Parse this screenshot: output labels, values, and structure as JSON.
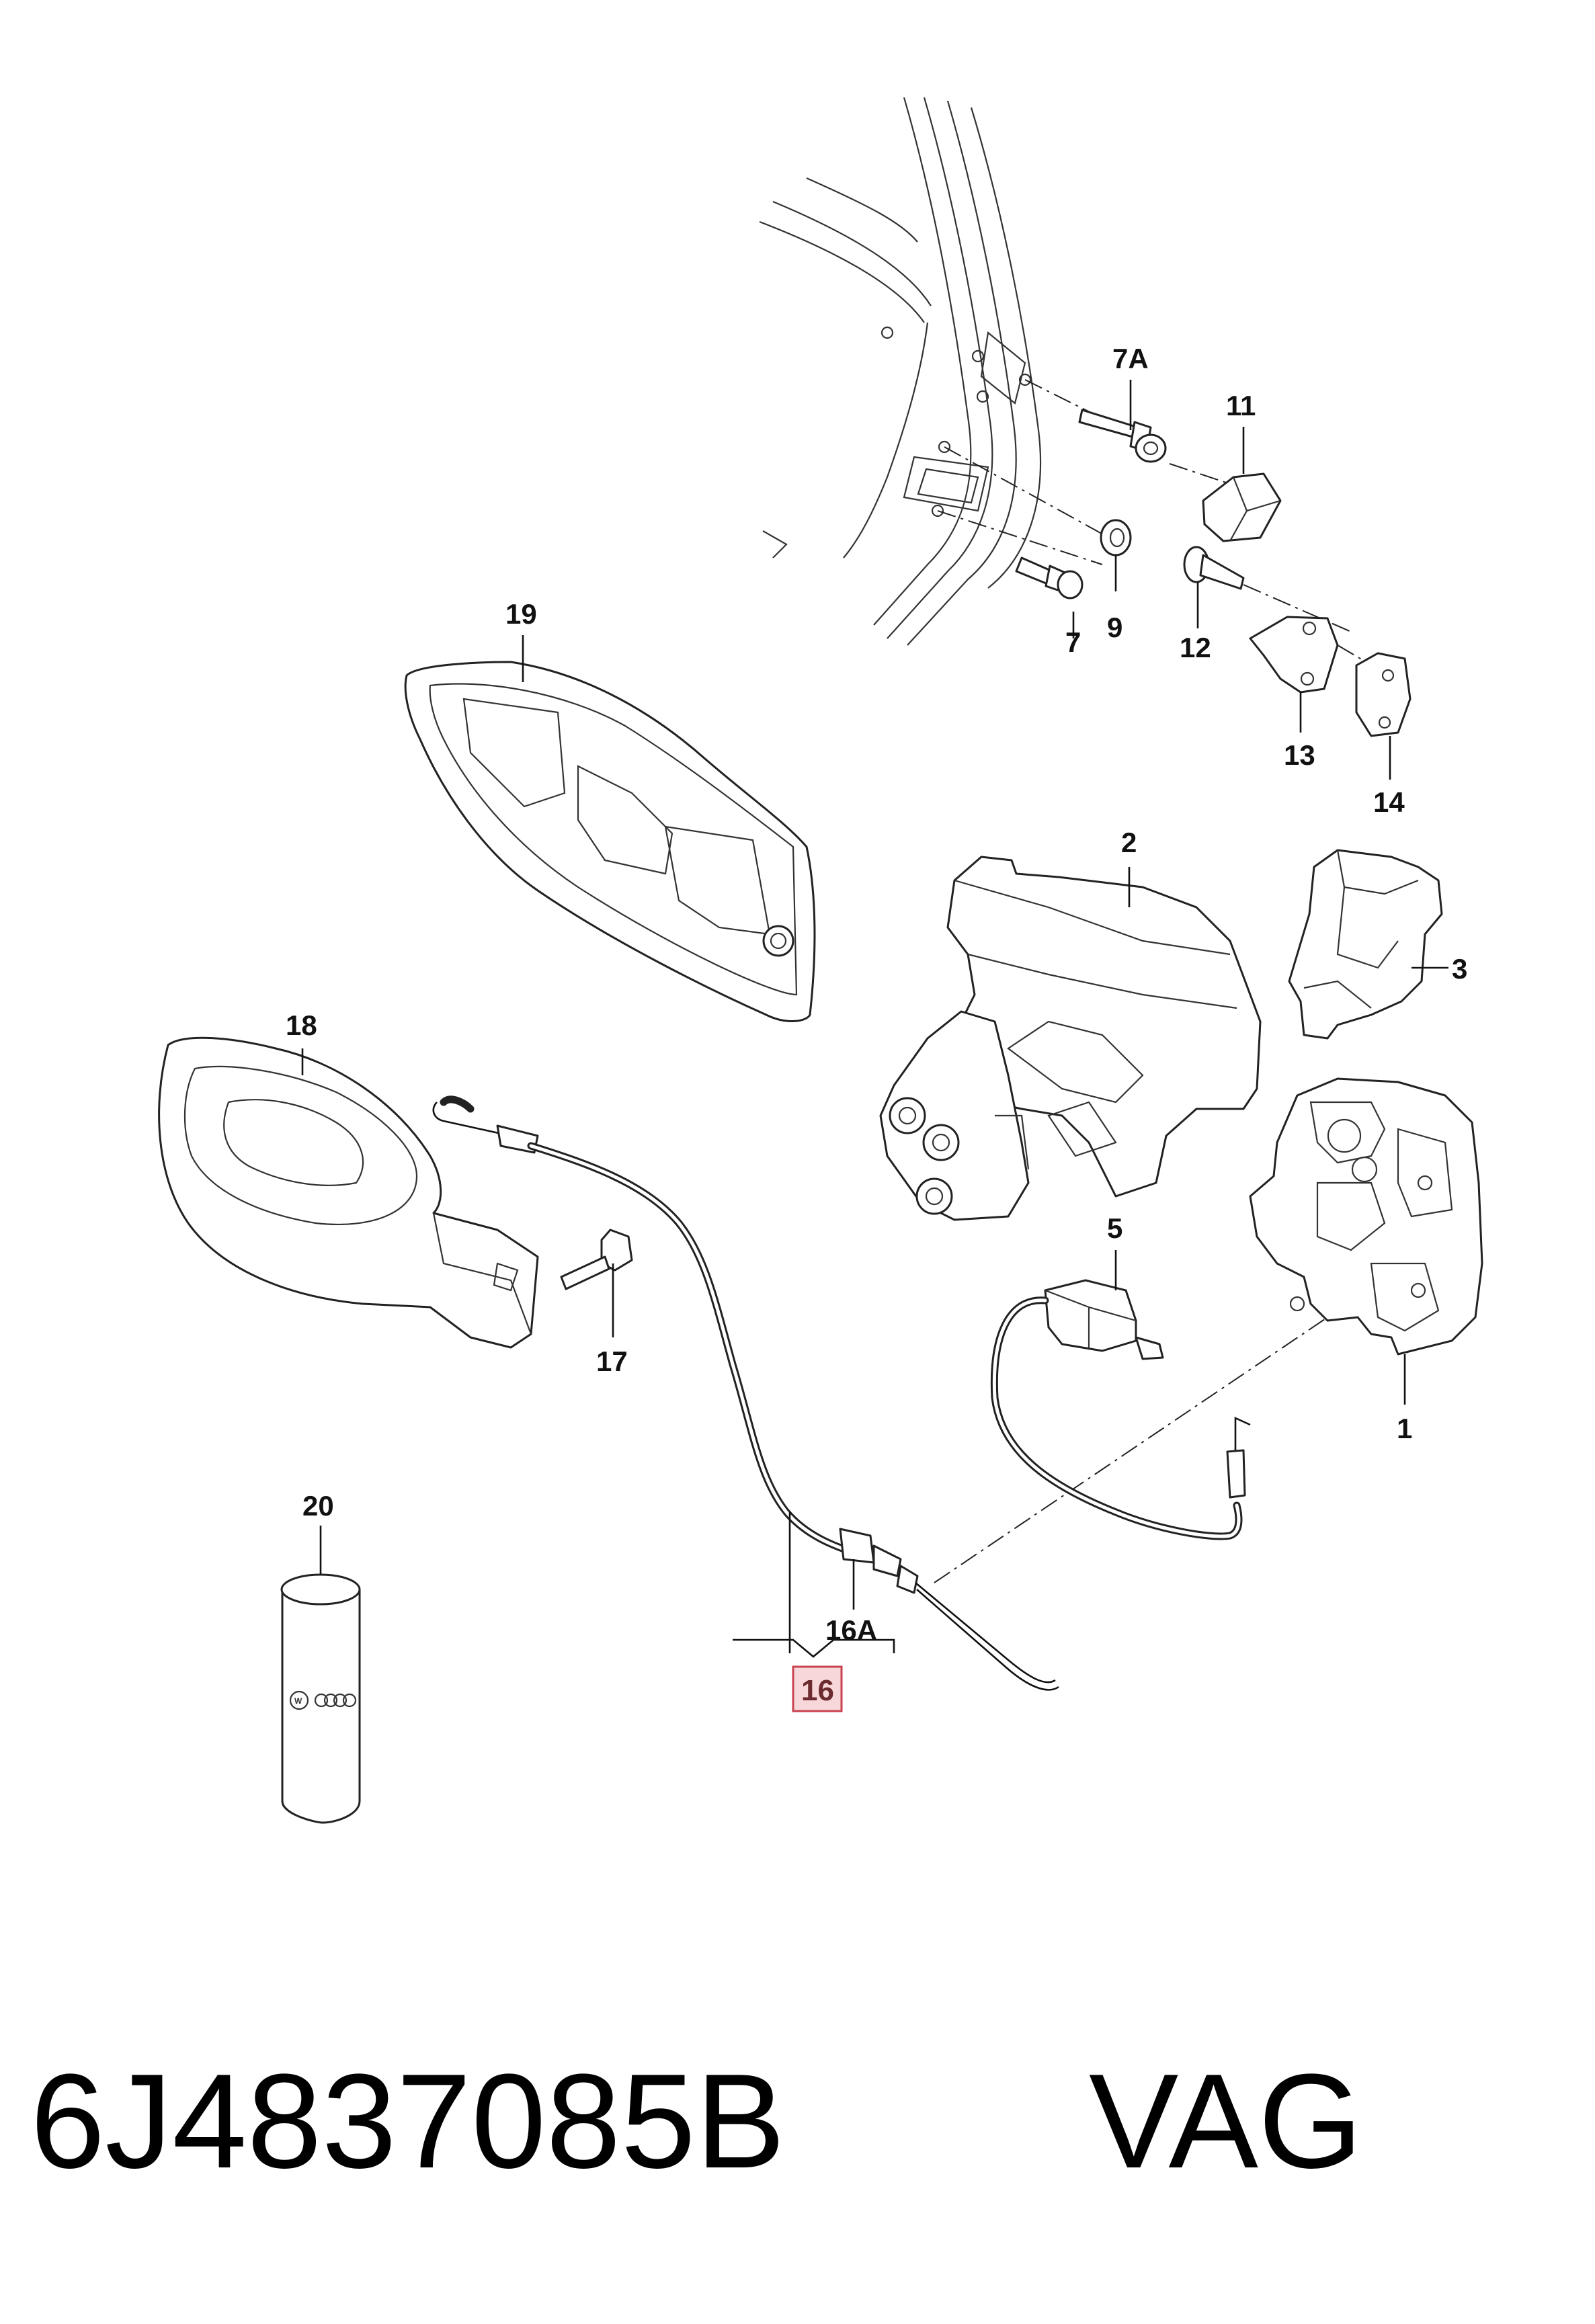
{
  "callouts": {
    "c7A": "7A",
    "c11": "11",
    "c19": "19",
    "c7": "7",
    "c9": "9",
    "c12": "12",
    "c13": "13",
    "c14": "14",
    "c2": "2",
    "c3": "3",
    "c18": "18",
    "c5": "5",
    "c17": "17",
    "c1": "1",
    "c20": "20",
    "c16A": "16A",
    "c16": "16"
  },
  "highlighted_part": "16",
  "footer": {
    "part_number": "6J4837085B",
    "brand": "VAG"
  },
  "colors": {
    "highlight_fill": "#f8d7da",
    "highlight_stroke": "#c9434f",
    "line": "#222222",
    "background": "#ffffff"
  }
}
